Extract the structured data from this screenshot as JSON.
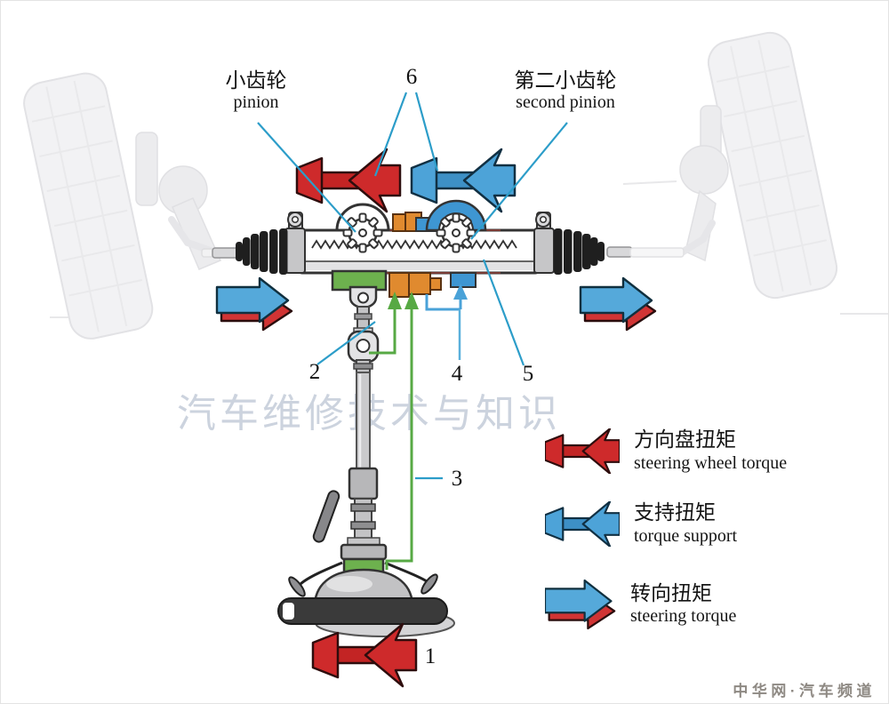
{
  "diagram": {
    "labels": {
      "pinion_zh": "小齿轮",
      "pinion_en": "pinion",
      "second_pinion_zh": "第二小齿轮",
      "second_pinion_en": "second pinion",
      "n1": "1",
      "n2": "2",
      "n3": "3",
      "n4": "4",
      "n5": "5",
      "n6": "6"
    },
    "watermark_center": "汽车维修技术与知识",
    "watermark_source": "中华网·汽车频道"
  },
  "legend": {
    "items": [
      {
        "icon": "steering-wheel-torque-arrow",
        "zh": "方向盘扭矩",
        "en": "steering wheel torque",
        "color": "#ce2a2b"
      },
      {
        "icon": "torque-support-arrow",
        "zh": "支持扭矩",
        "en": "torque support",
        "color": "#4da3d8"
      },
      {
        "icon": "steering-torque-arrow",
        "zh": "转向扭矩",
        "en": "steering torque",
        "color": "#4da3d8"
      }
    ]
  },
  "colors": {
    "red_arrow": "#ce2a2b",
    "blue_arrow": "#4da3d8",
    "green_annotation": "#57a944",
    "orange_sensor": "#e08a2f",
    "blue_pinion_housing": "#3e96d2",
    "green_block": "#6db14e",
    "teal_leader": "#2c9dc9",
    "watermark": "#ccd3de"
  }
}
